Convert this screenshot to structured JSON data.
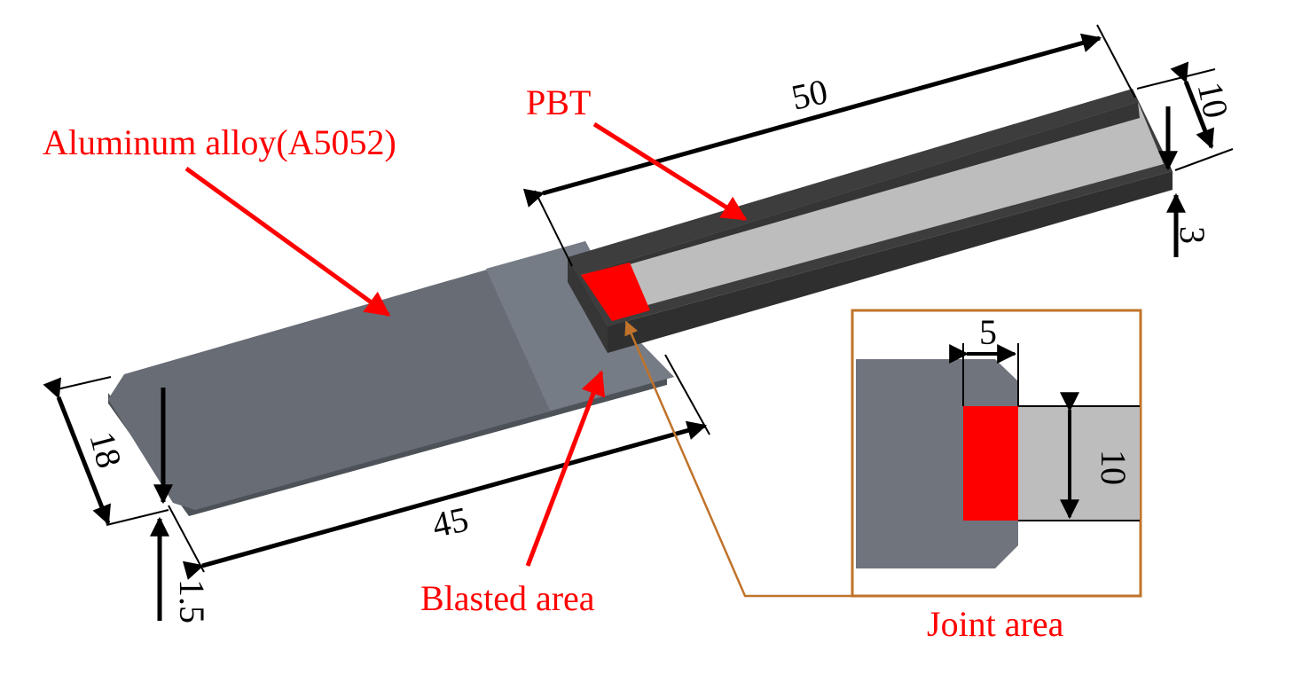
{
  "labels": {
    "aluminum": "Aluminum alloy(A5052)",
    "pbt": "PBT",
    "blasted": "Blasted area",
    "joint": "Joint area"
  },
  "dimensions": {
    "pbt_length": "50",
    "pbt_width": "10",
    "pbt_thickness": "3",
    "al_length": "45",
    "al_width": "18",
    "al_thickness": "1.5",
    "joint_overlap": "5",
    "joint_width": "10"
  },
  "colors": {
    "label_red": "#ff0000",
    "joint_red": "#ff0000",
    "leader_brown": "#c0732a",
    "al_top": "#676c75",
    "al_blasted": "#747a84",
    "al_side": "#4d5258",
    "pbt_wall": "#3b3b3b",
    "pbt_floor": "#bdbdbd"
  }
}
